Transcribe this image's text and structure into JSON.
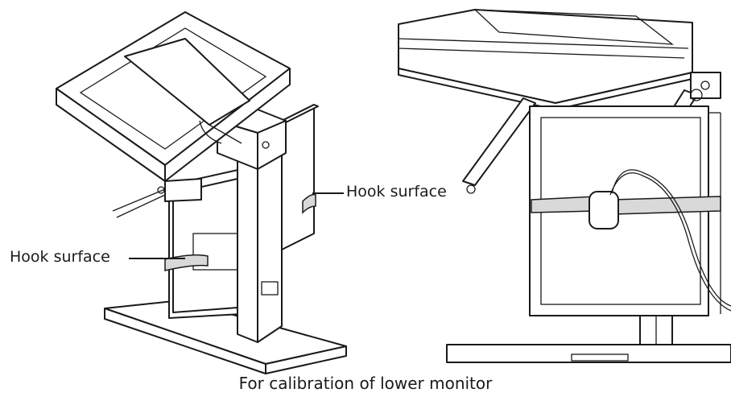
{
  "labels": {
    "hook_left": "Hook surface",
    "hook_right": "Hook surface",
    "caption": "For calibration of lower monitor"
  },
  "colors": {
    "line": "#1a1a1a",
    "strap": "#d9d9d9",
    "background": "#ffffff"
  }
}
